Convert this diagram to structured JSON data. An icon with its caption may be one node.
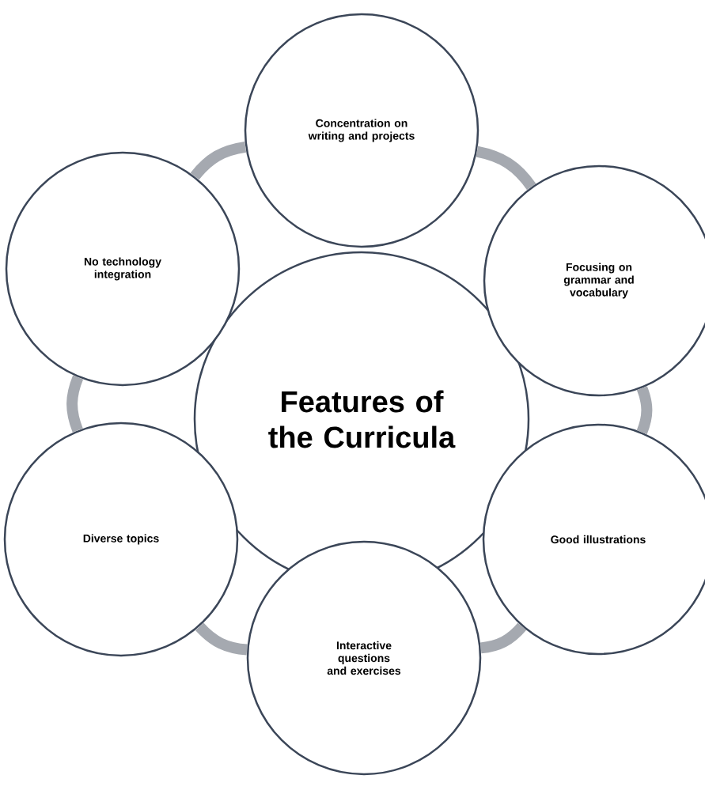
{
  "diagram": {
    "nodes": [
      {
        "text": [
          "Features of the Curricula"
        ]
      },
      {
        "text": [
          "Concentration on writing and projects"
        ]
      },
      {
        "text": [
          "Focusing on grammar and vocabulary"
        ]
      },
      {
        "text": [
          "Good illustrations"
        ]
      },
      {
        "text": [
          "Interactive questions and exercises"
        ]
      },
      {
        "text": [
          "Diverse topics"
        ]
      },
      {
        "text": [
          "No technology integration"
        ]
      }
    ],
    "edges": [
      {
        "from": 1,
        "to": 2,
        "arrow": "none"
      },
      {
        "from": 2,
        "to": 3,
        "arrow": "none"
      },
      {
        "from": 3,
        "to": 4,
        "arrow": "none"
      },
      {
        "from": 4,
        "to": 5,
        "arrow": "none"
      },
      {
        "from": 5,
        "to": 6,
        "arrow": "none"
      },
      {
        "from": 6,
        "to": 1,
        "arrow": "none"
      }
    ]
  }
}
